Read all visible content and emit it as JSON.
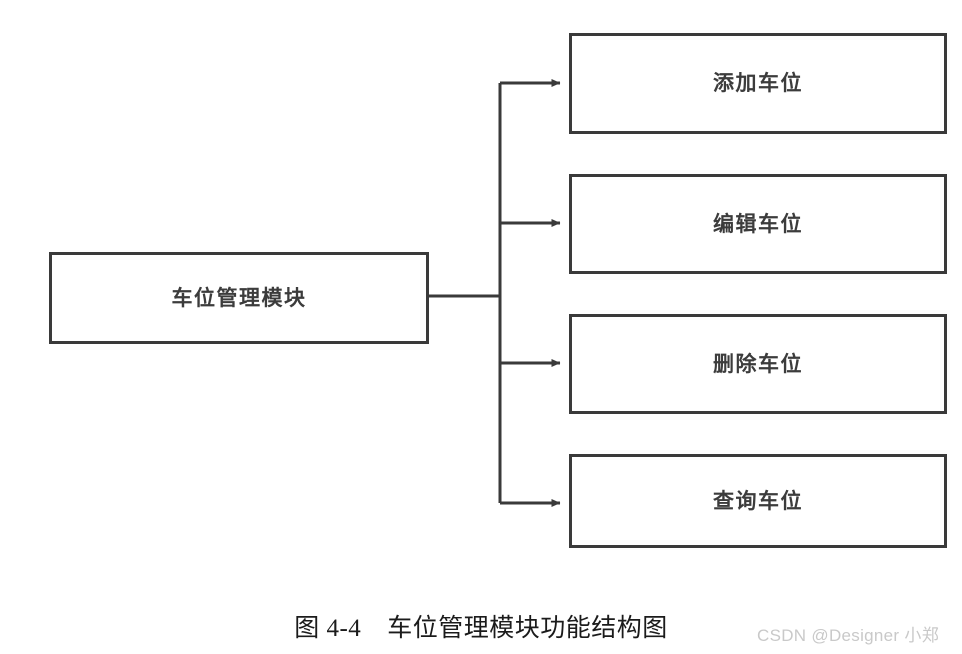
{
  "figure": {
    "background_color": "#ffffff",
    "stroke_color": "#3a3a3a",
    "text_color": "#3c3c3c"
  },
  "diagram": {
    "type": "tree",
    "orientation": "left-to-right",
    "root": {
      "id": "parking-management-module",
      "label": "车位管理模块"
    },
    "children": [
      {
        "id": "add-parking-space",
        "label": "添加车位"
      },
      {
        "id": "edit-parking-space",
        "label": "编辑车位"
      },
      {
        "id": "delete-parking-space",
        "label": "删除车位"
      },
      {
        "id": "query-parking-space",
        "label": "查询车位"
      }
    ],
    "edges": [
      {
        "from": "parking-management-module",
        "to": "add-parking-space",
        "arrow": "to"
      },
      {
        "from": "parking-management-module",
        "to": "edit-parking-space",
        "arrow": "to"
      },
      {
        "from": "parking-management-module",
        "to": "delete-parking-space",
        "arrow": "to"
      },
      {
        "from": "parking-management-module",
        "to": "query-parking-space",
        "arrow": "to"
      }
    ]
  },
  "caption": {
    "number": "图 4-4",
    "title": "车位管理模块功能结构图"
  },
  "watermark": {
    "text": "CSDN @Designer 小郑",
    "color": "#c9c9c9"
  }
}
